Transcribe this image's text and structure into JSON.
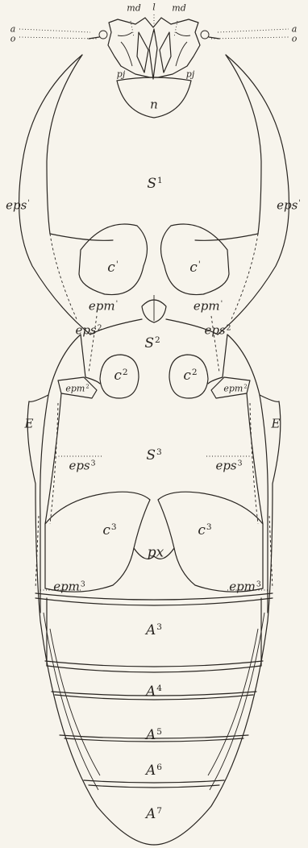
{
  "labels": {
    "md_left": "md",
    "l": "l",
    "md_right": "md",
    "a_left": "a",
    "o_left": "o",
    "a_right": "a",
    "o_right": "o",
    "pj_left": "pj",
    "pj_right": "pj",
    "n": "n",
    "S1": "S",
    "S1_sup": "1",
    "eps1_left": "eps",
    "eps1_left_sup": "'",
    "eps1_right": "eps",
    "eps1_right_sup": "'",
    "c1_left": "c",
    "c1_left_sup": "'",
    "c1_right": "c",
    "c1_right_sup": "'",
    "epm1_left": "epm",
    "epm1_left_sup": "'",
    "epm1_right": "epm",
    "epm1_right_sup": "'",
    "eps2_left": "eps",
    "eps2_left_sup": "2",
    "eps2_right": "eps",
    "eps2_right_sup": "2",
    "S2": "S",
    "S2_sup": "2",
    "epm2_left": "epm",
    "epm2_left_sup": "2",
    "epm2_right": "epm",
    "epm2_right_sup": "2",
    "c2_left": "c",
    "c2_left_sup": "2",
    "c2_right": "c",
    "c2_right_sup": "2",
    "E_left": "E",
    "E_right": "E",
    "S3": "S",
    "S3_sup": "3",
    "eps3_left": "eps",
    "eps3_left_sup": "3",
    "eps3_right": "eps",
    "eps3_right_sup": "3",
    "c3_left": "c",
    "c3_left_sup": "3",
    "c3_right": "c",
    "c3_right_sup": "3",
    "px": "px",
    "epm3_left": "epm",
    "epm3_left_sup": "3",
    "epm3_right": "epm",
    "epm3_right_sup": "3",
    "A3": "A",
    "A3_sup": "3",
    "A4": "A",
    "A4_sup": "4",
    "A5": "A",
    "A5_sup": "5",
    "A6": "A",
    "A6_sup": "6",
    "A7": "A",
    "A7_sup": "7"
  }
}
